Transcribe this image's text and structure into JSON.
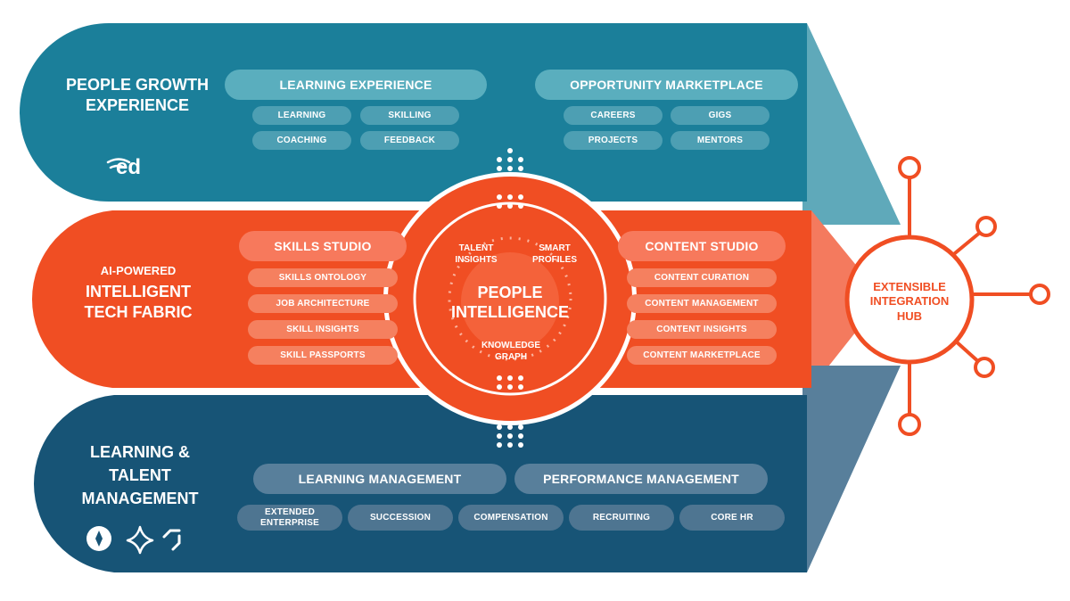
{
  "colors": {
    "top_band": "#1b7f9a",
    "middle_band": "#f04e23",
    "bottom_band": "#175476",
    "white": "#ffffff"
  },
  "top_band": {
    "title": "PEOPLE GROWTH EXPERIENCE",
    "logo_text": "ed",
    "learning_experience": {
      "heading": "LEARNING EXPERIENCE",
      "items": [
        "LEARNING",
        "SKILLING",
        "COACHING",
        "FEEDBACK"
      ]
    },
    "opportunity_marketplace": {
      "heading": "OPPORTUNITY MARKETPLACE",
      "items": [
        "CAREERS",
        "GIGS",
        "PROJECTS",
        "MENTORS"
      ]
    }
  },
  "middle_band": {
    "title_line1": "AI-POWERED",
    "title_line2": "INTELLIGENT TECH FABRIC",
    "skills_studio": {
      "heading": "SKILLS STUDIO",
      "items": [
        "SKILLS ONTOLOGY",
        "JOB ARCHITECTURE",
        "SKILL INSIGHTS",
        "SKILL PASSPORTS"
      ]
    },
    "content_studio": {
      "heading": "CONTENT STUDIO",
      "items": [
        "CONTENT CURATION",
        "CONTENT MANAGEMENT",
        "CONTENT INSIGHTS",
        "CONTENT MARKETPLACE"
      ]
    },
    "core": {
      "title": "PEOPLE INTELLIGENCE",
      "talent_insights": "TALENT INSIGHTS",
      "smart_profiles": "SMART PROFILES",
      "knowledge_graph": "KNOWLEDGE GRAPH"
    }
  },
  "bottom_band": {
    "title": "LEARNING & TALENT MANAGEMENT",
    "headings": [
      "LEARNING MANAGEMENT",
      "PERFORMANCE MANAGEMENT"
    ],
    "items": [
      "EXTENDED ENTERPRISE",
      "SUCCESSION",
      "COMPENSATION",
      "RECRUITING",
      "CORE HR"
    ],
    "icons": [
      "compass-badge-icon",
      "sparkle-icon",
      "corner-arrows-icon"
    ]
  },
  "hub": {
    "title": "EXTENSIBLE INTEGRATION HUB"
  }
}
